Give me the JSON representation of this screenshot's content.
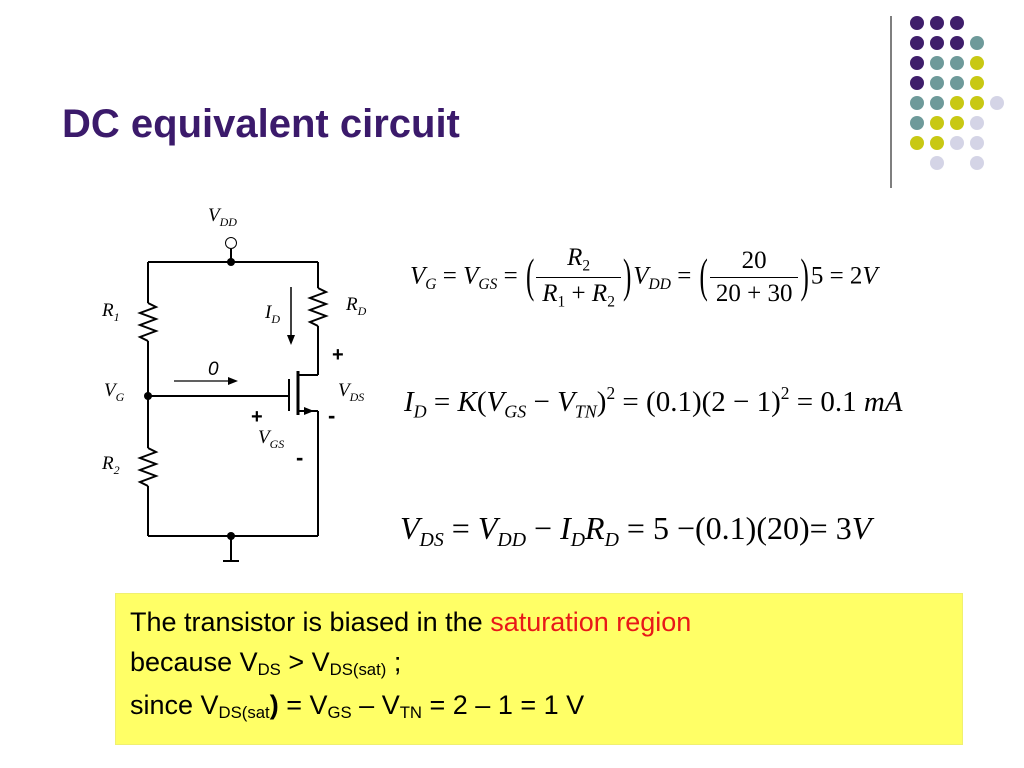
{
  "slide": {
    "title": "DC equivalent circuit"
  },
  "decoration": {
    "colors": {
      "purple": "#3f1e6b",
      "teal": "#6e9a9a",
      "olive": "#c8c814",
      "lavender": "#d4d4e6",
      "divider": "#7f7f7f"
    }
  },
  "circuit": {
    "vdd": {
      "base": "V",
      "sub": "DD"
    },
    "r1": {
      "base": "R",
      "sub": "1"
    },
    "rd": {
      "base": "R",
      "sub": "D"
    },
    "id": {
      "base": "I",
      "sub": "D"
    },
    "zero_current": "0",
    "vg": {
      "base": "V",
      "sub": "G"
    },
    "vds": {
      "base": "V",
      "sub": "DS"
    },
    "vgs": {
      "base": "V",
      "sub": "GS"
    },
    "r2": {
      "base": "R",
      "sub": "2"
    },
    "plus_sign": "+",
    "minus_sign": "-"
  },
  "equations": {
    "eq1": {
      "vg_base": "V",
      "vg_sub": "G",
      "equals": "=",
      "vgs_base": "V",
      "vgs_sub": "GS",
      "frac1_num_base": "R",
      "frac1_num_sub": "2",
      "frac1_den_a_base": "R",
      "frac1_den_a_sub": "1",
      "frac1_den_plus": "+",
      "frac1_den_b_base": "R",
      "frac1_den_b_sub": "2",
      "vdd_base": "V",
      "vdd_sub": "DD",
      "frac2_num": "20",
      "frac2_den": "20 + 30",
      "tail": "5 = 2",
      "unit": "V"
    },
    "eq2": {
      "id_base": "I",
      "id_sub": "D",
      "equals": "=",
      "k": "K",
      "vgs_base": "V",
      "vgs_sub": "GS",
      "minus": "−",
      "vtn_base": "V",
      "vtn_sub": "TN",
      "exp": "2",
      "val1": "0.1",
      "val2": "2 − 1",
      "exp2": "2",
      "result": "= 0.1",
      "unit": "mA"
    },
    "eq3": {
      "vds_base": "V",
      "vds_sub": "DS",
      "equals": "=",
      "vdd_base": "V",
      "vdd_sub": "DD",
      "minus": "−",
      "id_base": "I",
      "id_sub": "D",
      "rd_base": "R",
      "rd_sub": "D",
      "mid": "= 5 −",
      "val1": "0.1",
      "val2": "20",
      "result": "= 3",
      "unit": "V"
    }
  },
  "note": {
    "line1_prefix": "The transistor is biased in the ",
    "line1_highlight": "saturation region",
    "line2_prefix": "because V",
    "line2_sub1": "DS",
    "line2_mid": " > V",
    "line2_sub2": "DS(sat)",
    "line2_suffix": " ;",
    "line3_prefix": "since V",
    "line3_sub1": "DS(sat",
    "line3_paren": ")",
    "line3_mid1": " = V",
    "line3_sub2": "GS",
    "line3_mid2": " – V",
    "line3_sub3": "TN",
    "line3_suffix": " = 2 – 1 = 1 V",
    "background": "#ffff66",
    "highlight_color": "#e81818"
  }
}
